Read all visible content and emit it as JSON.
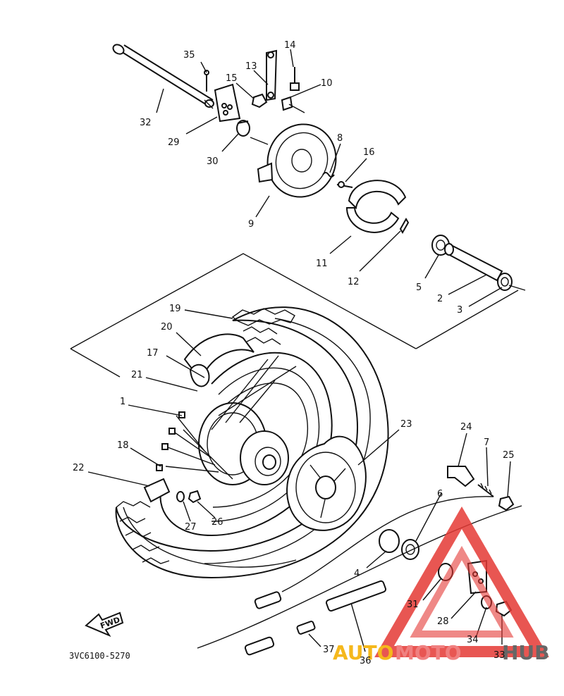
{
  "diagram": {
    "code": "3VC6100-5270",
    "fwd_label": "FWD",
    "labels": [
      {
        "id": "35",
        "text": "35"
      },
      {
        "id": "14",
        "text": "14"
      },
      {
        "id": "13",
        "text": "13"
      },
      {
        "id": "15",
        "text": "15"
      },
      {
        "id": "10",
        "text": "10"
      },
      {
        "id": "32",
        "text": "32"
      },
      {
        "id": "29",
        "text": "29"
      },
      {
        "id": "30",
        "text": "30"
      },
      {
        "id": "8",
        "text": "8"
      },
      {
        "id": "16",
        "text": "16"
      },
      {
        "id": "9",
        "text": "9"
      },
      {
        "id": "11",
        "text": "11"
      },
      {
        "id": "12",
        "text": "12"
      },
      {
        "id": "5",
        "text": "5"
      },
      {
        "id": "2",
        "text": "2"
      },
      {
        "id": "3",
        "text": "3"
      },
      {
        "id": "19",
        "text": "19"
      },
      {
        "id": "20",
        "text": "20"
      },
      {
        "id": "17",
        "text": "17"
      },
      {
        "id": "21",
        "text": "21"
      },
      {
        "id": "1",
        "text": "1"
      },
      {
        "id": "23",
        "text": "23"
      },
      {
        "id": "24",
        "text": "24"
      },
      {
        "id": "7",
        "text": "7"
      },
      {
        "id": "25",
        "text": "25"
      },
      {
        "id": "18",
        "text": "18"
      },
      {
        "id": "22",
        "text": "22"
      },
      {
        "id": "6",
        "text": "6"
      },
      {
        "id": "27",
        "text": "27"
      },
      {
        "id": "26",
        "text": "26"
      },
      {
        "id": "4",
        "text": "4"
      },
      {
        "id": "31",
        "text": "31"
      },
      {
        "id": "28",
        "text": "28"
      },
      {
        "id": "34",
        "text": "34"
      },
      {
        "id": "33",
        "text": "33"
      },
      {
        "id": "37",
        "text": "37"
      },
      {
        "id": "36",
        "text": "36"
      }
    ]
  },
  "watermark": {
    "part1": "AUTO",
    "part2": "MOTO",
    "part3": "HUB",
    "colors": {
      "triangle": "#e53935",
      "auto": "#f5b81c",
      "moto": "#f08080",
      "hub": "#666666"
    }
  }
}
